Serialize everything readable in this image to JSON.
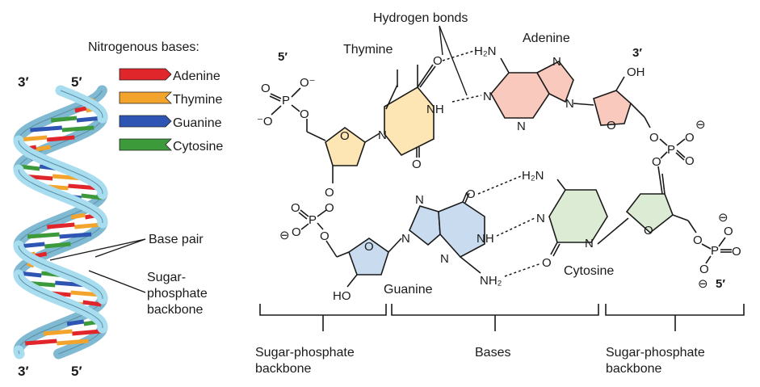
{
  "legend": {
    "title": "Nitrogenous bases:",
    "items": [
      {
        "label": "Adenine",
        "color": "#e0262b"
      },
      {
        "label": "Thymine",
        "color": "#f2a42c"
      },
      {
        "label": "Guanine",
        "color": "#2f55b4"
      },
      {
        "label": "Cytosine",
        "color": "#3c9a3a"
      }
    ]
  },
  "helix": {
    "top_left_end": "3′",
    "top_right_end": "5′",
    "bottom_left_end": "3′",
    "bottom_right_end": "5′",
    "backbone_color": "#a8dcef",
    "base_pair_label": "Base pair",
    "backbone_label_lines": [
      "Sugar-",
      "phosphate",
      "backbone"
    ]
  },
  "structure": {
    "hydrogen_bonds": "Hydrogen bonds",
    "thymine": "Thymine",
    "adenine": "Adenine",
    "guanine": "Guanine",
    "cytosine": "Cytosine",
    "end_5_top": "5′",
    "end_3_top": "3′",
    "end_5_bottom": "5′",
    "colors": {
      "thymine": "#fde6b3",
      "adenine": "#f9c9bd",
      "guanine": "#c9dcef",
      "cytosine": "#dcebd3",
      "sugar_top_left": "#fde6b3",
      "sugar_top_right": "#f9c9bd",
      "sugar_bottom_left": "#c9dcef",
      "sugar_bottom_right": "#dcebd3"
    }
  },
  "brackets": {
    "left_lines": [
      "Sugar-phosphate",
      "backbone"
    ],
    "middle": "Bases",
    "right_lines": [
      "Sugar-phosphate",
      "backbone"
    ]
  }
}
